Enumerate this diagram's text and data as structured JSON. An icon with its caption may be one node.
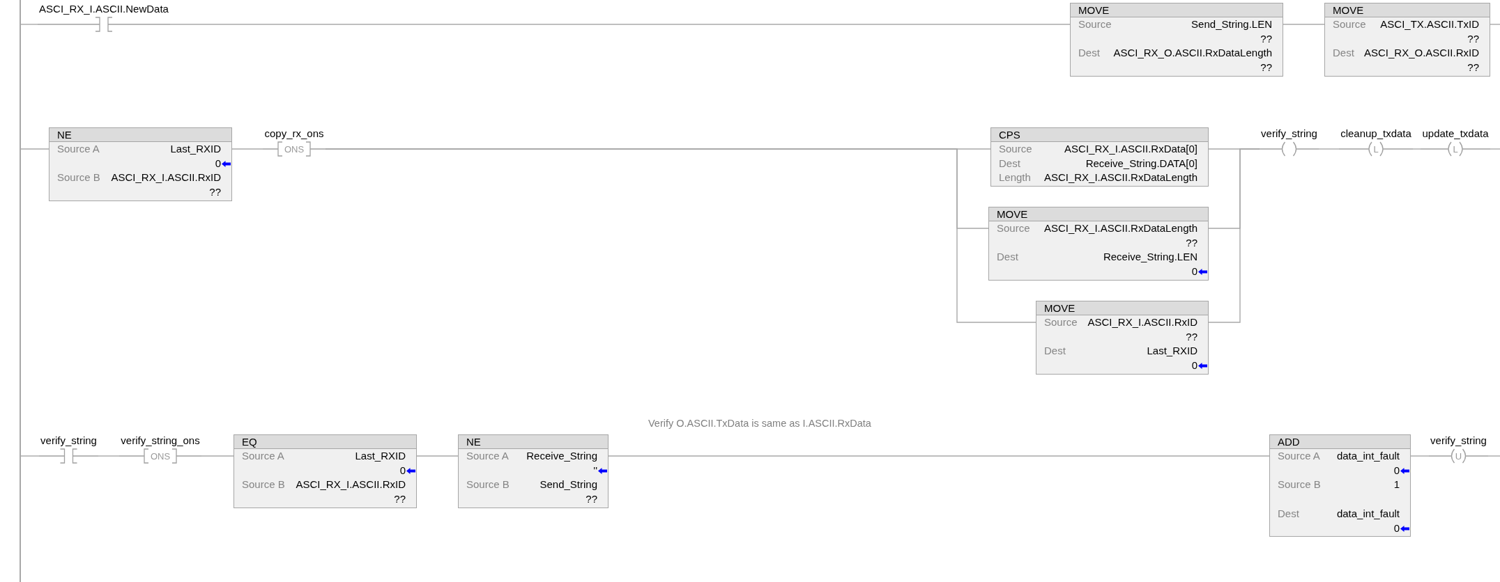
{
  "diagram": {
    "nodes": [
      {
        "text": [],
        "shape": "bar"
      },
      {
        "text": [
          "ASCI_RX_I.ASCII.NewData"
        ]
      },
      {
        "text": [
          "MOVE",
          "Source",
          "Send_String.LEN",
          "??",
          "Dest",
          "ASCI_RX_O.ASCII.RxDataLength",
          "??"
        ]
      },
      {
        "text": [
          "MOVE",
          "Source",
          "ASCI_TX.ASCII.TxID",
          "??",
          "Dest",
          "ASCI_RX_O.ASCII.RxID",
          "??"
        ]
      },
      {
        "text": [
          "NE",
          "Source A",
          "Last_RXID",
          "0",
          "Source B",
          "ASCI_RX_I.ASCII.RxID",
          "??"
        ]
      },
      {
        "text": [
          "copy_rx_ons",
          "ONS"
        ]
      },
      {
        "text": [
          "CPS",
          "Source",
          "ASCI_RX_I.ASCII.RxData[0]",
          "Dest",
          "Receive_String.DATA[0]",
          "Length",
          "ASCI_RX_I.ASCII.RxDataLength"
        ]
      },
      {
        "text": [
          "MOVE",
          "Source",
          "ASCI_RX_I.ASCII.RxDataLength",
          "??",
          "Dest",
          "Receive_String.LEN",
          "0"
        ]
      },
      {
        "text": [
          "MOVE",
          "Source",
          "ASCI_RX_I.ASCII.RxID",
          "??",
          "Dest",
          "Last_RXID",
          "0"
        ]
      },
      {
        "text": [
          "verify_string"
        ]
      },
      {
        "text": [
          "cleanup_txdata",
          "L"
        ]
      },
      {
        "text": [
          "update_txdata",
          "L"
        ]
      },
      {
        "text": [
          "verify_string"
        ]
      },
      {
        "text": [
          "verify_string_ons",
          "ONS"
        ]
      },
      {
        "text": [
          "EQ",
          "Source A",
          "Last_RXID",
          "0",
          "Source B",
          "ASCI_RX_I.ASCII.RxID",
          "??"
        ]
      },
      {
        "text": [
          "NE",
          "Source A",
          "Receive_String",
          "''",
          "Source B",
          "Send_String",
          "??"
        ]
      },
      {
        "text": [
          "ADD",
          "Source A",
          "data_int_fault",
          "0",
          "Source B",
          "1",
          "Dest",
          "data_int_fault",
          "0"
        ]
      },
      {
        "text": [
          "verify_string",
          "U"
        ]
      }
    ],
    "edges": [
      {
        "from": 0,
        "to": 1,
        "arrow": "none"
      },
      {
        "from": 1,
        "to": 2,
        "arrow": "none"
      },
      {
        "from": 2,
        "to": 3,
        "arrow": "none"
      },
      {
        "from": 3,
        "to": null,
        "arrow": "none"
      },
      {
        "from": 0,
        "to": 4,
        "arrow": "none"
      },
      {
        "from": 4,
        "to": 5,
        "arrow": "none"
      },
      {
        "from": 5,
        "to": 6,
        "arrow": "none"
      },
      {
        "from": 5,
        "to": 7,
        "arrow": "none"
      },
      {
        "from": 5,
        "to": 8,
        "arrow": "none"
      },
      {
        "from": 6,
        "to": 9,
        "arrow": "none"
      },
      {
        "from": 7,
        "to": 9,
        "arrow": "none"
      },
      {
        "from": 8,
        "to": 9,
        "arrow": "none"
      },
      {
        "from": 9,
        "to": 10,
        "arrow": "none"
      },
      {
        "from": 10,
        "to": 11,
        "arrow": "none"
      },
      {
        "from": 11,
        "to": null,
        "arrow": "none"
      },
      {
        "from": 0,
        "to": 12,
        "arrow": "none"
      },
      {
        "from": 12,
        "to": 13,
        "arrow": "none"
      },
      {
        "from": 13,
        "to": 14,
        "arrow": "none"
      },
      {
        "from": 14,
        "to": 15,
        "arrow": "none"
      },
      {
        "from": 15,
        "to": 16,
        "arrow": "none"
      },
      {
        "from": 16,
        "to": 17,
        "arrow": "none"
      },
      {
        "from": 17,
        "to": null,
        "arrow": "none"
      }
    ],
    "labels": [
      "Verify O.ASCII.TxData is same as I.ASCII.RxData"
    ]
  }
}
